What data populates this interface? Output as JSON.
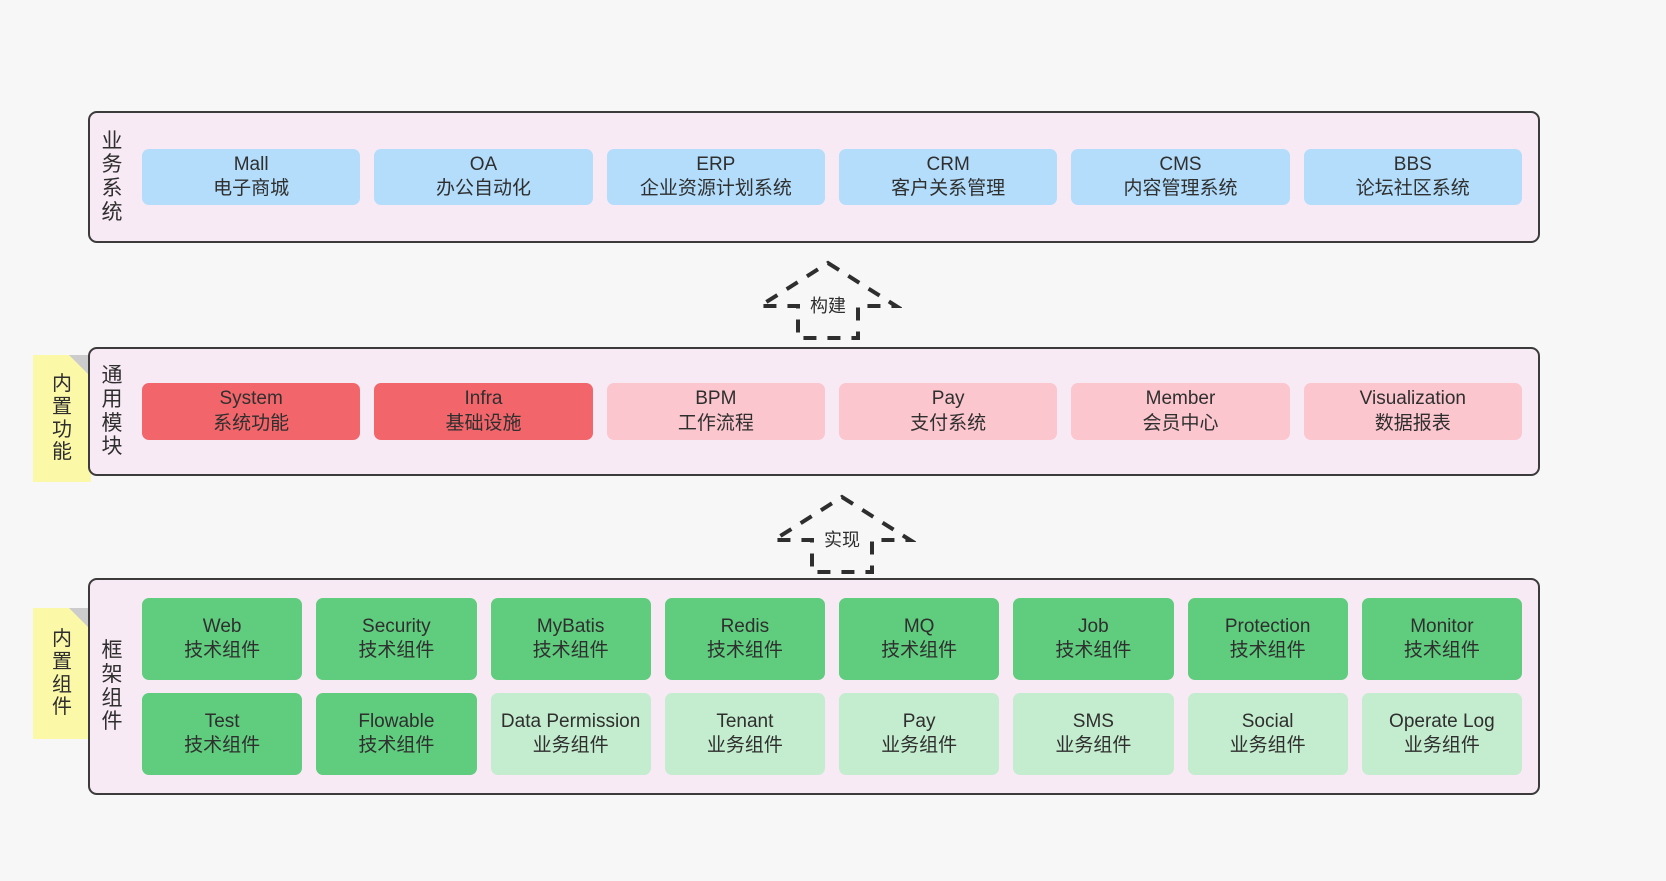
{
  "diagram": {
    "background": "#f7f7f7",
    "border_color": "#3b3b3b",
    "band_color": "#f8eaf4",
    "note_color": "#fbf8a8"
  },
  "layers": [
    {
      "id": "business-system",
      "label": "业务系统",
      "cards": [
        {
          "t1": "Mall",
          "t2": "电子商城",
          "color": "#b3ddfb"
        },
        {
          "t1": "OA",
          "t2": "办公自动化",
          "color": "#b3ddfb"
        },
        {
          "t1": "ERP",
          "t2": "企业资源计划系统",
          "color": "#b3ddfb"
        },
        {
          "t1": "CRM",
          "t2": "客户关系管理",
          "color": "#b3ddfb"
        },
        {
          "t1": "CMS",
          "t2": "内容管理系统",
          "color": "#b3ddfb"
        },
        {
          "t1": "BBS",
          "t2": "论坛社区系统",
          "color": "#b3ddfb"
        }
      ]
    },
    {
      "id": "common-module",
      "label": "通用模块",
      "cards": [
        {
          "t1": "System",
          "t2": "系统功能",
          "color": "#f2666b"
        },
        {
          "t1": "Infra",
          "t2": "基础设施",
          "color": "#f2666b"
        },
        {
          "t1": "BPM",
          "t2": "工作流程",
          "color": "#fbc6cd"
        },
        {
          "t1": "Pay",
          "t2": "支付系统",
          "color": "#fbc6cd"
        },
        {
          "t1": "Member",
          "t2": "会员中心",
          "color": "#fbc6cd"
        },
        {
          "t1": "Visualization",
          "t2": "数据报表",
          "color": "#fbc6cd"
        }
      ]
    },
    {
      "id": "framework-component",
      "label": "框架组件",
      "rows": [
        [
          {
            "t1": "Web",
            "t2": "技术组件",
            "color": "#5fcc7e"
          },
          {
            "t1": "Security",
            "t2": "技术组件",
            "color": "#5fcc7e"
          },
          {
            "t1": "MyBatis",
            "t2": "技术组件",
            "color": "#5fcc7e"
          },
          {
            "t1": "Redis",
            "t2": "技术组件",
            "color": "#5fcc7e"
          },
          {
            "t1": "MQ",
            "t2": "技术组件",
            "color": "#5fcc7e"
          },
          {
            "t1": "Job",
            "t2": "技术组件",
            "color": "#5fcc7e"
          },
          {
            "t1": "Protection",
            "t2": "技术组件",
            "color": "#5fcc7e"
          },
          {
            "t1": "Monitor",
            "t2": "技术组件",
            "color": "#5fcc7e"
          }
        ],
        [
          {
            "t1": "Test",
            "t2": "技术组件",
            "color": "#5fcc7e"
          },
          {
            "t1": "Flowable",
            "t2": "技术组件",
            "color": "#5fcc7e"
          },
          {
            "t1": "Data Permission",
            "t2": "业务组件",
            "color": "#c4ecce"
          },
          {
            "t1": "Tenant",
            "t2": "业务组件",
            "color": "#c4ecce"
          },
          {
            "t1": "Pay",
            "t2": "业务组件",
            "color": "#c4ecce"
          },
          {
            "t1": "SMS",
            "t2": "业务组件",
            "color": "#c4ecce"
          },
          {
            "t1": "Social",
            "t2": "业务组件",
            "color": "#c4ecce"
          },
          {
            "t1": "Operate Log",
            "t2": "业务组件",
            "color": "#c4ecce"
          }
        ]
      ]
    }
  ],
  "notes": [
    {
      "id": "builtin-feature",
      "label": "内置功能"
    },
    {
      "id": "builtin-component",
      "label": "内置组件"
    }
  ],
  "arrows": [
    {
      "id": "build-arrow",
      "label": "构建"
    },
    {
      "id": "implement-arrow",
      "label": "实现"
    }
  ]
}
